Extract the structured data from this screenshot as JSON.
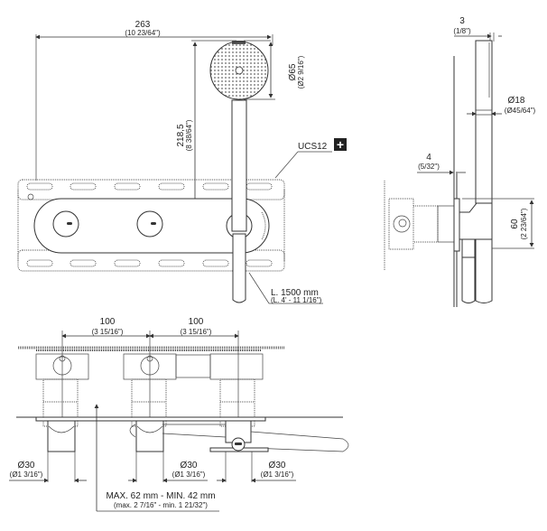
{
  "drawing": {
    "title": "Shower mixer with hand shower - technical dimension drawing",
    "front_view": {
      "width_dim": {
        "value": "263",
        "imperial": "(10 23/64\")"
      },
      "height_dim": {
        "value": "218,5",
        "imperial": "(8 38/64\")"
      },
      "head_diameter": {
        "value": "Ø65",
        "imperial": "(Ø2 9/16\")"
      },
      "hose_length": {
        "value": "L. 1500 mm",
        "imperial": "(L. 4' - 11 1/16\")"
      },
      "accessory_code": {
        "label": "UCS12",
        "badge": "+"
      }
    },
    "side_view": {
      "thickness_dim": {
        "value": "3",
        "imperial": "(1/8\")"
      },
      "handle_diameter": {
        "value": "Ø18",
        "imperial": "(Ø45/64\")"
      },
      "plate_offset": {
        "value": "4",
        "imperial": "(5/32\")"
      },
      "holder_height": {
        "value": "60",
        "imperial": "(2 23/64\")"
      }
    },
    "top_view": {
      "spacing": [
        {
          "value": "100",
          "imperial": "(3 15/16\")"
        },
        {
          "value": "100",
          "imperial": "(3 15/16\")"
        }
      ],
      "outlets": [
        {
          "value": "Ø30",
          "imperial": "(Ø1 3/16\")"
        },
        {
          "value": "Ø30",
          "imperial": "(Ø1 3/16\")"
        },
        {
          "value": "Ø30",
          "imperial": "(Ø1 3/16\")"
        }
      ],
      "depth_range": {
        "value": "MAX. 62 mm - MIN. 42 mm",
        "imperial": "(max. 2 7/16\" - min. 1 21/32\")"
      }
    },
    "colors": {
      "line": "#333333",
      "badge": "#222222",
      "background": "#ffffff"
    }
  }
}
